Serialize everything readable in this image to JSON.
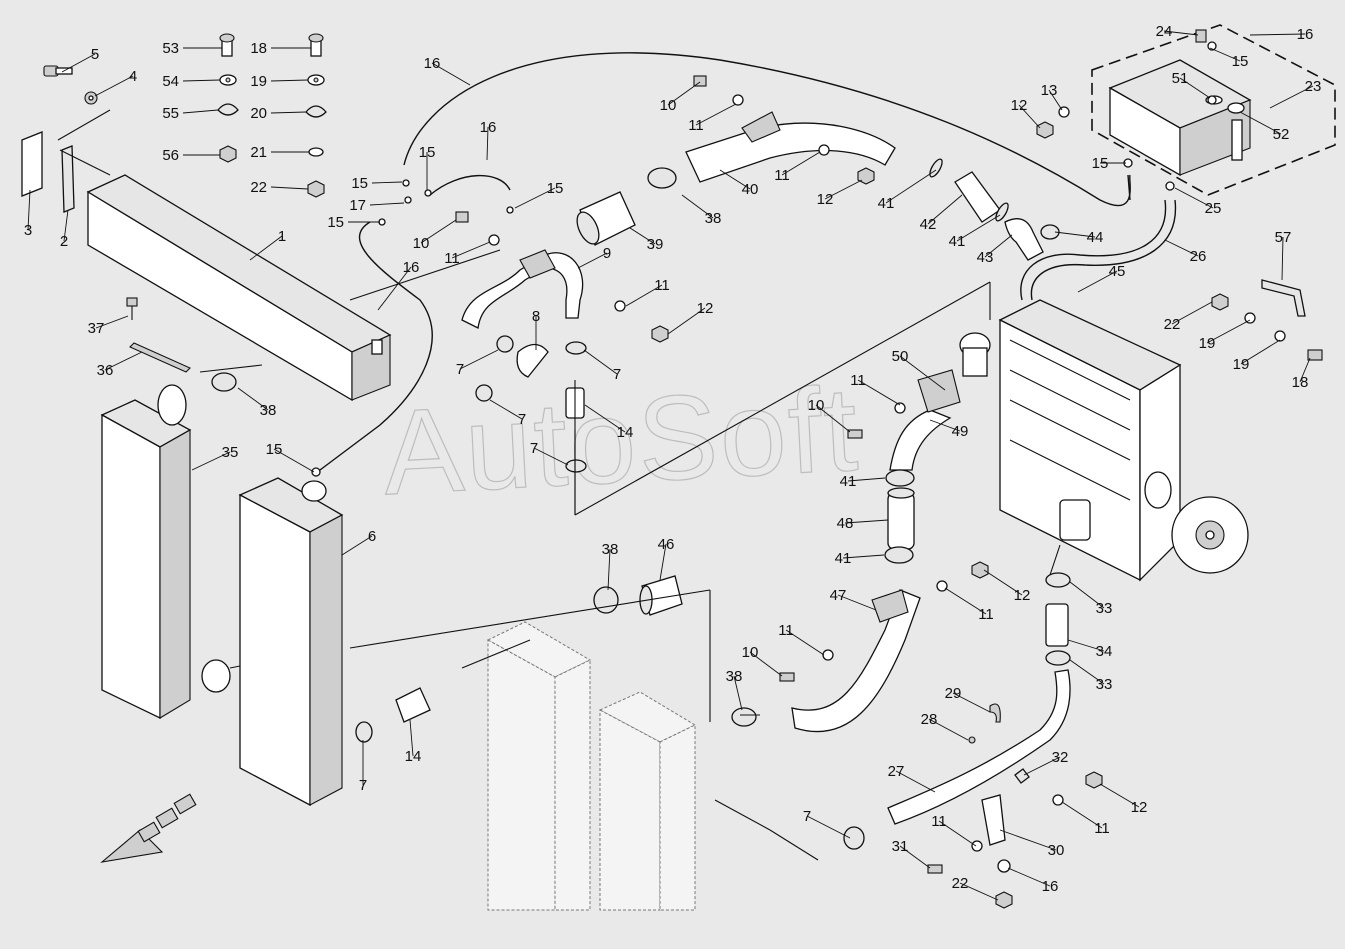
{
  "watermark": "AutoSoft",
  "callouts": [
    "53",
    "54",
    "55",
    "56",
    "18",
    "19",
    "20",
    "21",
    "22",
    "5",
    "4",
    "3",
    "2",
    "1",
    "16",
    "15",
    "17",
    "10",
    "11",
    "9",
    "12",
    "39",
    "38",
    "40",
    "37",
    "36",
    "35",
    "6",
    "7",
    "8",
    "14",
    "24",
    "13",
    "51",
    "52",
    "23",
    "25",
    "26",
    "41",
    "42",
    "43",
    "44",
    "45",
    "57",
    "50",
    "49",
    "48",
    "47",
    "46",
    "34",
    "33",
    "29",
    "28",
    "27",
    "32",
    "31",
    "30"
  ]
}
